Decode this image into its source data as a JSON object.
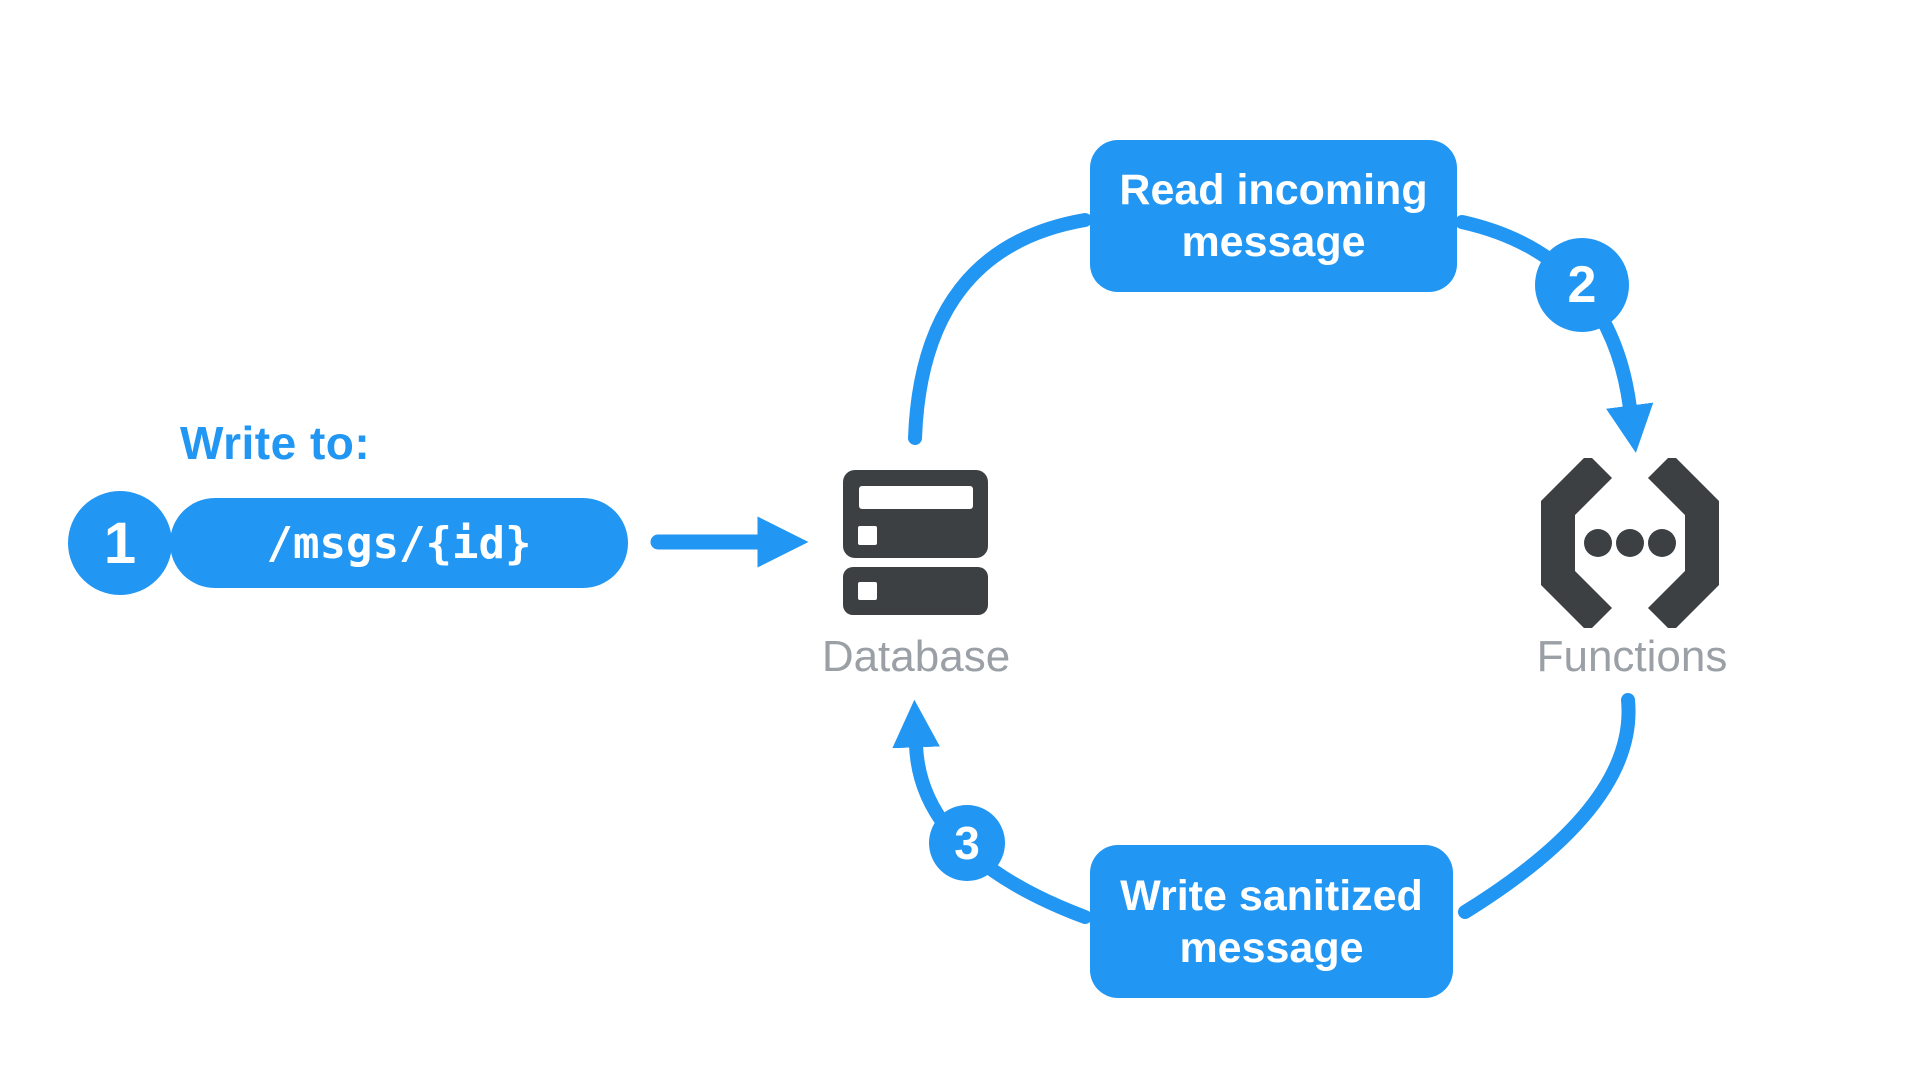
{
  "colors": {
    "accent_blue": "#2196f3",
    "icon_dark": "#3c4043",
    "label_gray": "#9aa0a6",
    "box_text": "#ffffff",
    "background": "#ffffff"
  },
  "write_step": {
    "badge": "1",
    "title": "Write to:",
    "path": "/msgs/{id}"
  },
  "nodes": {
    "database": {
      "label": "Database",
      "icon": "database-server-icon"
    },
    "functions": {
      "label": "Functions",
      "icon": "cloud-functions-icon"
    }
  },
  "steps": {
    "read": {
      "badge": "2",
      "line1": "Read incoming",
      "line2": "message"
    },
    "write": {
      "badge": "3",
      "line1": "Write sanitized",
      "line2": "message"
    }
  }
}
